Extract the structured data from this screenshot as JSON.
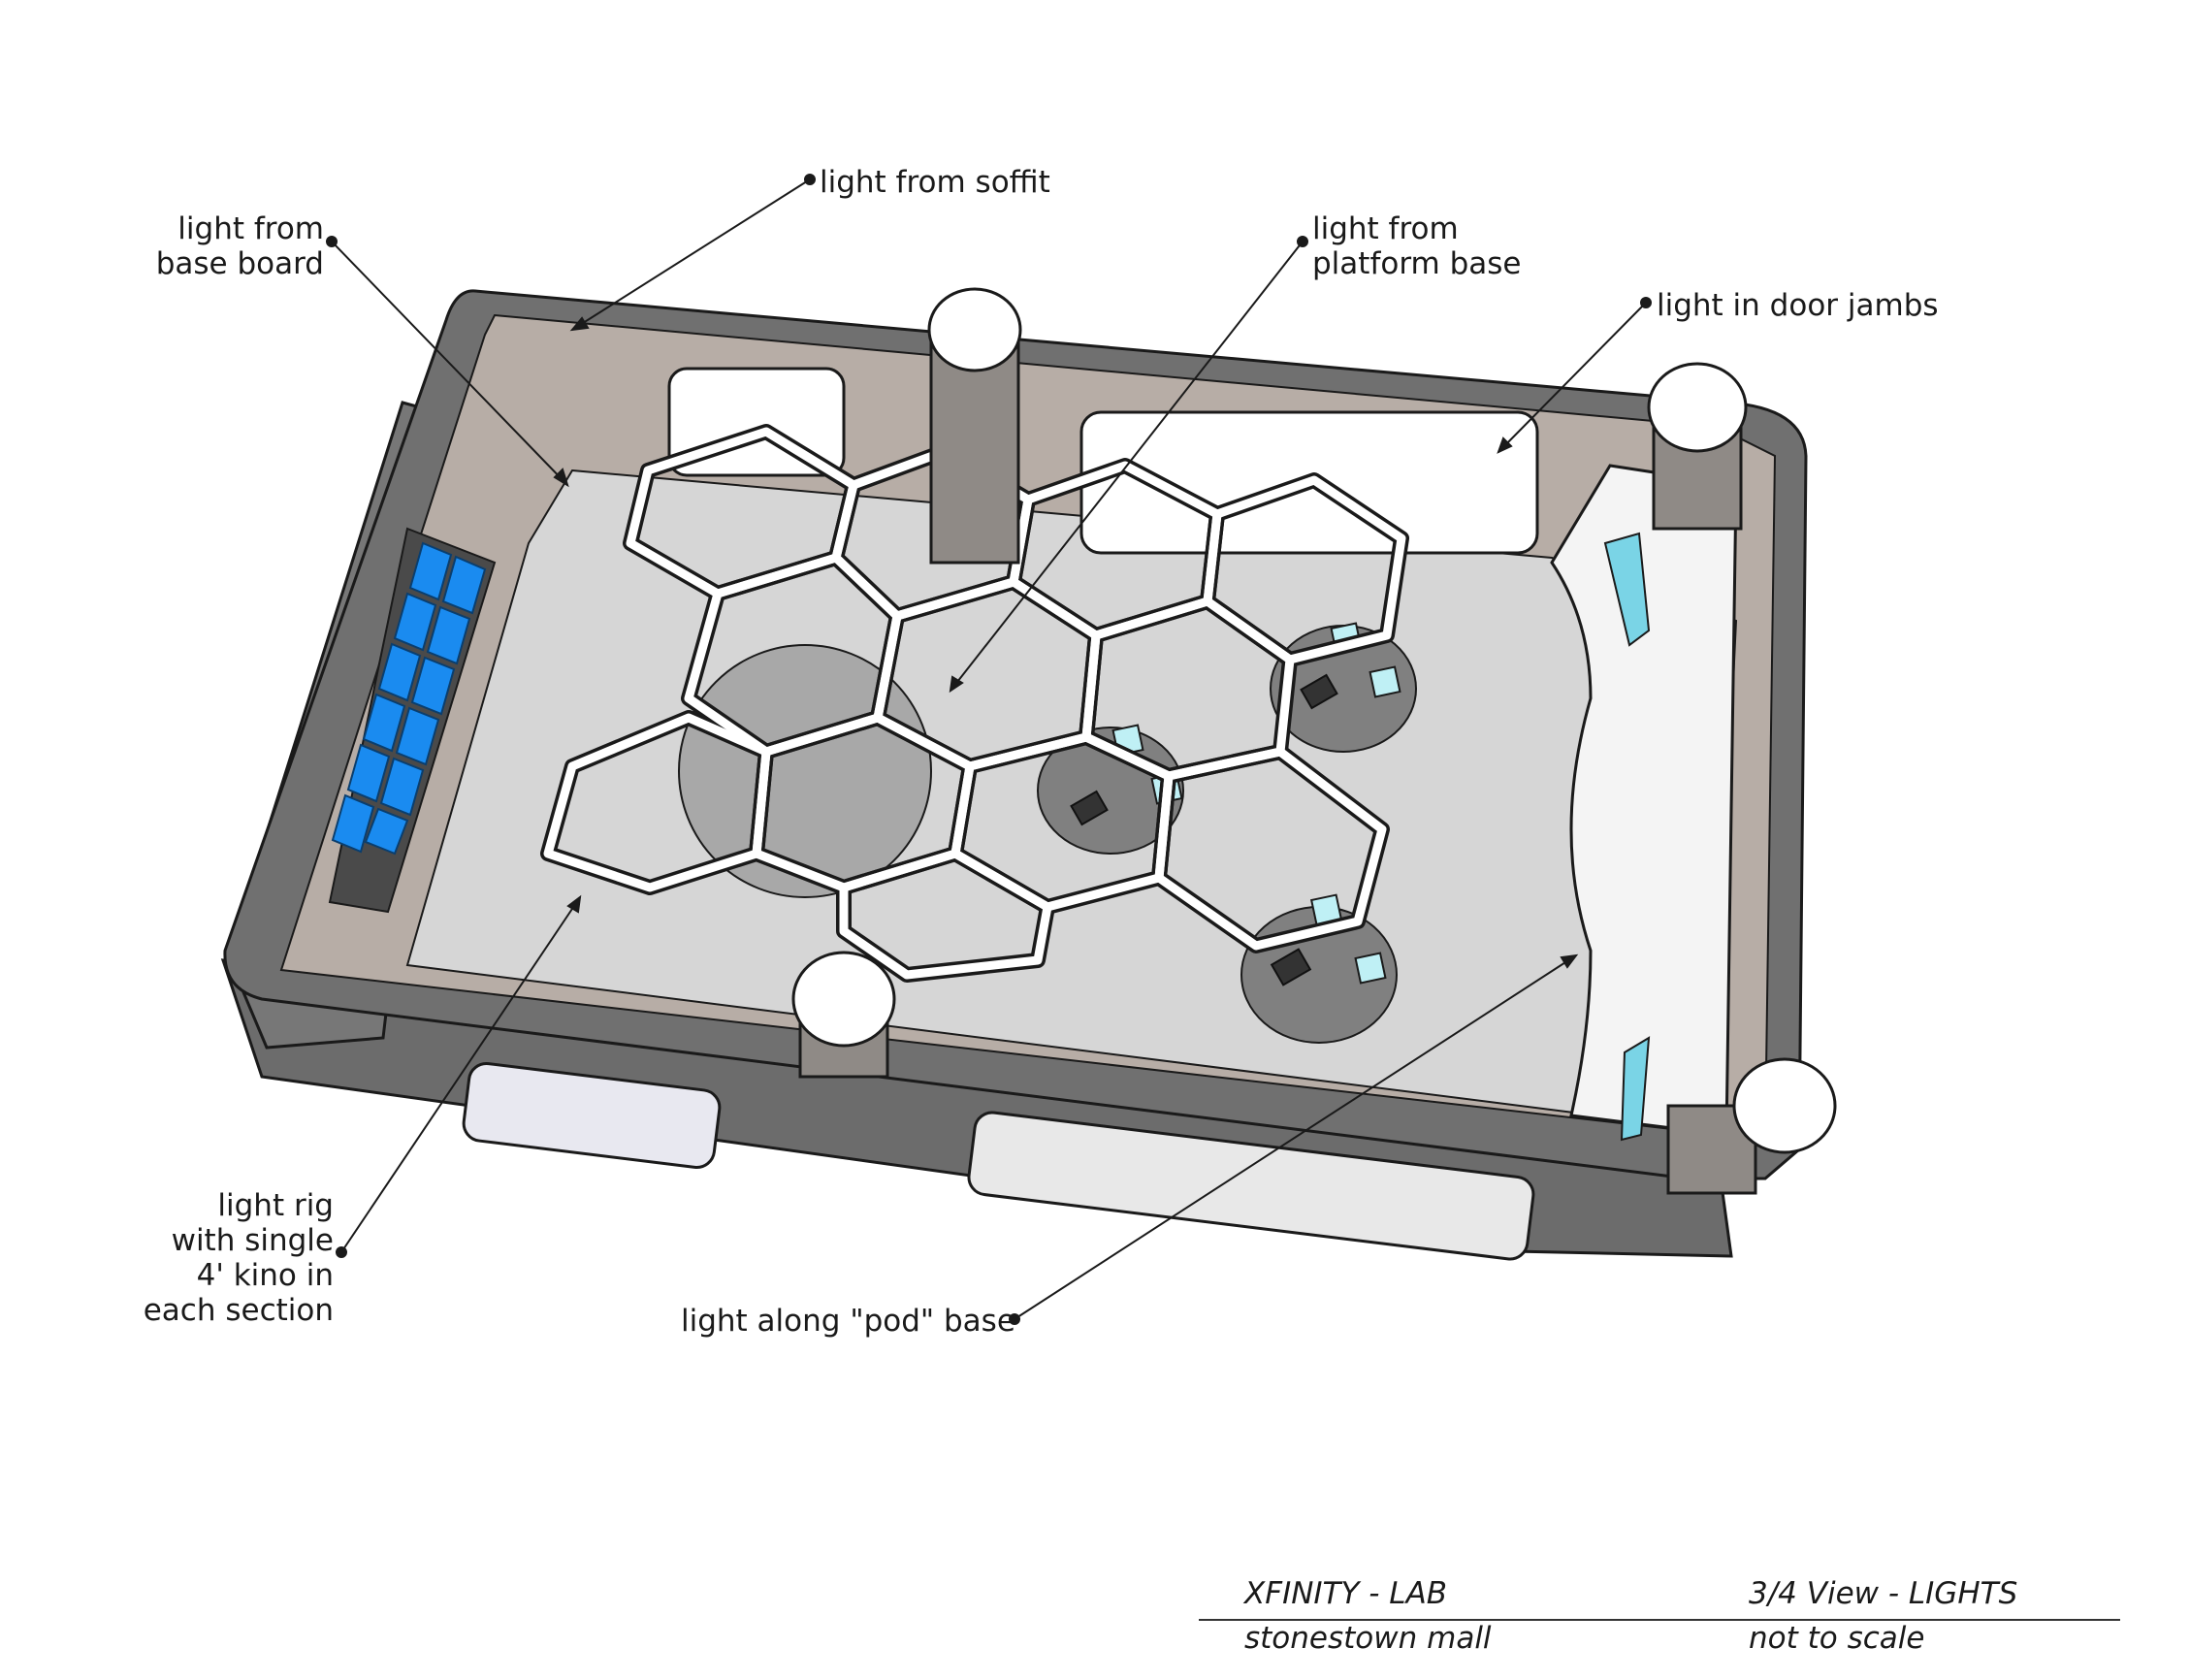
{
  "callouts": {
    "soffit": "light from soffit",
    "base_board": [
      "light from",
      "base board"
    ],
    "platform_base": [
      "light from",
      "platform base"
    ],
    "door_jambs": "light in door jambs",
    "light_rig": [
      "light rig",
      "with single",
      "4' kino in",
      "each section"
    ],
    "pod_base": "light along \"pod\" base"
  },
  "title_block": {
    "project": "XFINITY - LAB",
    "view": "3/4 View - LIGHTS",
    "location": "stonestown mall",
    "scale": "not to scale"
  },
  "colors": {
    "floor": "#d6d6d6",
    "wall_top": "#6e6e6e",
    "wall_inner": "#b7ada6",
    "screen": "#1a8bf0",
    "outline": "#1a1a1a",
    "platform": "#a8a8a8",
    "pod": "#808080",
    "tablet": "#bff0f5"
  }
}
